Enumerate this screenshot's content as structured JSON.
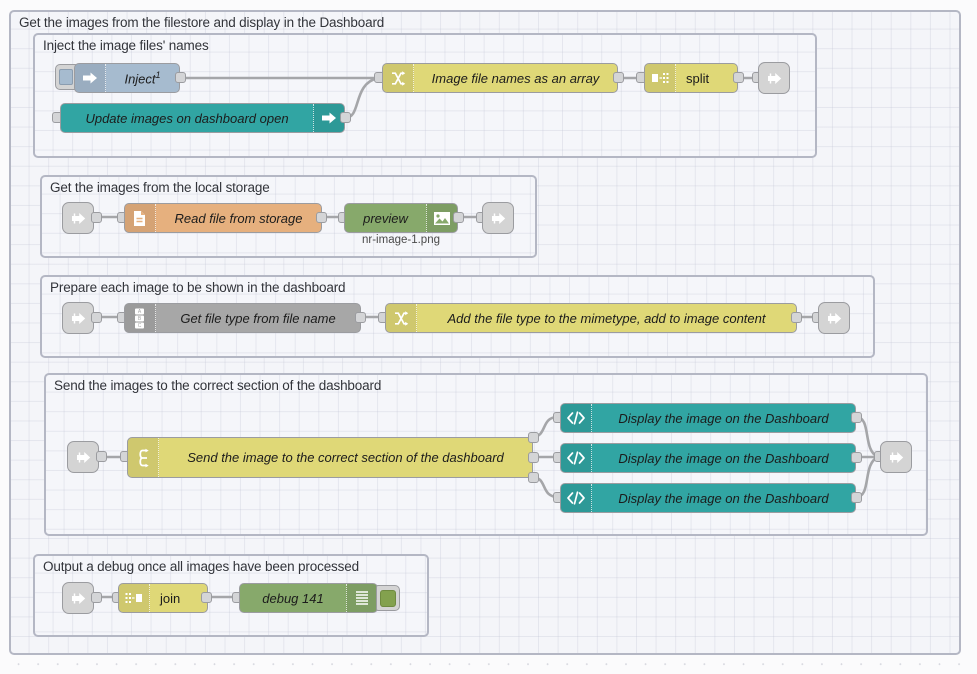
{
  "editor": {
    "app": "node-red-flow-editor",
    "canvas_background": "#fbfbfc",
    "grid_color": "#d8d9e0",
    "wire_color": "#a5a6a9"
  },
  "groups": [
    {
      "id": "outer",
      "label": "Get the images from the filestore and display in the Dashboard",
      "border_color": "#b4b7c4"
    },
    {
      "id": "g1",
      "label": "Inject the image files' names",
      "border_color": "#b4b7c4"
    },
    {
      "id": "g2",
      "label": "Get the images from the local storage",
      "border_color": "#b4b7c4"
    },
    {
      "id": "g3",
      "label": "Prepare each image to be shown in the dashboard",
      "border_color": "#b4b7c4"
    },
    {
      "id": "g4",
      "label": "Send the images to the correct section of the dashboard",
      "border_color": "#b4b7c4"
    },
    {
      "id": "g5",
      "label": "Output a debug once all images have been processed",
      "border_color": "#b4b7c4"
    }
  ],
  "nodes": {
    "inject": {
      "label": "Inject",
      "superscript": "1",
      "icon": "inject-arrow-icon",
      "color": "#a6bbcf",
      "type": "inject"
    },
    "link_in_update": {
      "label": "Update images on dashboard open",
      "icon": "link-in-arrow-icon",
      "color": "#31a5a3",
      "type": "link in"
    },
    "change_array": {
      "label": "Image file names as an array",
      "icon": "change-shuffle-icon",
      "color": "#dfd877",
      "type": "change"
    },
    "split": {
      "label": "split",
      "icon": "split-icon",
      "color": "#dfd877",
      "type": "split"
    },
    "link_out_1": {
      "label": "",
      "icon": "link-out-arrow-icon",
      "color": "#d4d4d4",
      "type": "link out"
    },
    "link_in_2": {
      "label": "",
      "icon": "link-in-arrow-icon",
      "color": "#d4d4d4",
      "type": "link in"
    },
    "file_read": {
      "label": "Read file from storage",
      "icon": "file-in-icon",
      "color": "#e6b07e",
      "type": "file in"
    },
    "preview": {
      "label": "preview",
      "sublabel": "nr-image-1.png",
      "icon": "image-preview-icon",
      "color": "#87a96b",
      "type": "image"
    },
    "link_out_2": {
      "label": "",
      "icon": "link-out-arrow-icon",
      "color": "#d4d4d4",
      "type": "link out"
    },
    "link_in_3": {
      "label": "",
      "icon": "link-in-arrow-icon",
      "color": "#d4d4d4",
      "type": "link in"
    },
    "template_filetype": {
      "label": "Get file type from file name",
      "icon": "template-abc-icon",
      "color": "#a7a7a7",
      "type": "template"
    },
    "change_mimetype": {
      "label": "Add the file type to the mimetype, add to image content",
      "icon": "change-shuffle-icon",
      "color": "#dfd877",
      "type": "change"
    },
    "link_out_3": {
      "label": "",
      "icon": "link-out-arrow-icon",
      "color": "#d4d4d4",
      "type": "link out"
    },
    "link_in_4": {
      "label": "",
      "icon": "link-in-arrow-icon",
      "color": "#d4d4d4",
      "type": "link in"
    },
    "switch_section": {
      "label": "Send the image to the correct section of the dashboard",
      "icon": "switch-icon",
      "color": "#dfd877",
      "type": "switch"
    },
    "dashboard_1": {
      "label": "Display the image on the Dashboard",
      "icon": "code-template-icon",
      "color": "#31a5a3",
      "type": "ui template"
    },
    "dashboard_2": {
      "label": "Display the image on the Dashboard",
      "icon": "code-template-icon",
      "color": "#31a5a3",
      "type": "ui template"
    },
    "dashboard_3": {
      "label": "Display the image on the Dashboard",
      "icon": "code-template-icon",
      "color": "#31a5a3",
      "type": "ui template"
    },
    "link_out_4": {
      "label": "",
      "icon": "link-out-arrow-icon",
      "color": "#d4d4d4",
      "type": "link out"
    },
    "link_in_5": {
      "label": "",
      "icon": "link-in-arrow-icon",
      "color": "#d4d4d4",
      "type": "link in"
    },
    "join": {
      "label": "join",
      "icon": "join-icon",
      "color": "#dfd877",
      "type": "join"
    },
    "debug": {
      "label": "debug 141",
      "icon": "debug-lines-icon",
      "color": "#87a96b",
      "type": "debug",
      "toggle_state": "enabled"
    }
  }
}
